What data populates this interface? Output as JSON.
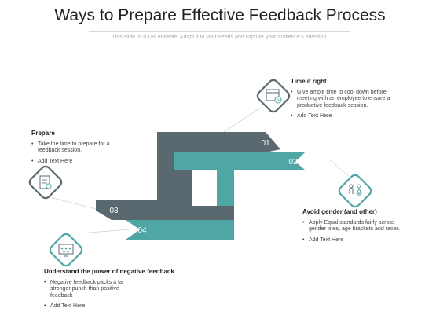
{
  "header": {
    "title": "Ways to Prepare Effective Feedback Process",
    "subtitle": "This slide is 100% editable. Adapt it to your needs and capture your audience's attention."
  },
  "colors": {
    "dark": "#5a6870",
    "teal": "#4fa6a5",
    "icon_stroke": "#5a6870",
    "icon_border": "#4fa6a5"
  },
  "steps": [
    {
      "number": "01",
      "title": "Time it right",
      "icon": "calendar-clock-icon",
      "bullets": [
        "Give ample time to cool down before meeting with an employee to ensure a productive feedback session.",
        "Add Text Here"
      ]
    },
    {
      "number": "02",
      "title": "Avoid gender (and other)",
      "icon": "gender-icon",
      "bullets": [
        "Apply Equal standards fairly across gender lines, age brackets and races.",
        "Add Text Here"
      ]
    },
    {
      "number": "03",
      "title": "Prepare",
      "icon": "checklist-icon",
      "bullets": [
        "Take the time to prepare for a feedback session.",
        "Add Text Here"
      ]
    },
    {
      "number": "04",
      "title": "Understand the power of negative feedback",
      "icon": "rating-stars-icon",
      "bullets": [
        "Negative feedback packs a far stronger punch than positive feedback",
        "Add Text Here"
      ]
    }
  ]
}
